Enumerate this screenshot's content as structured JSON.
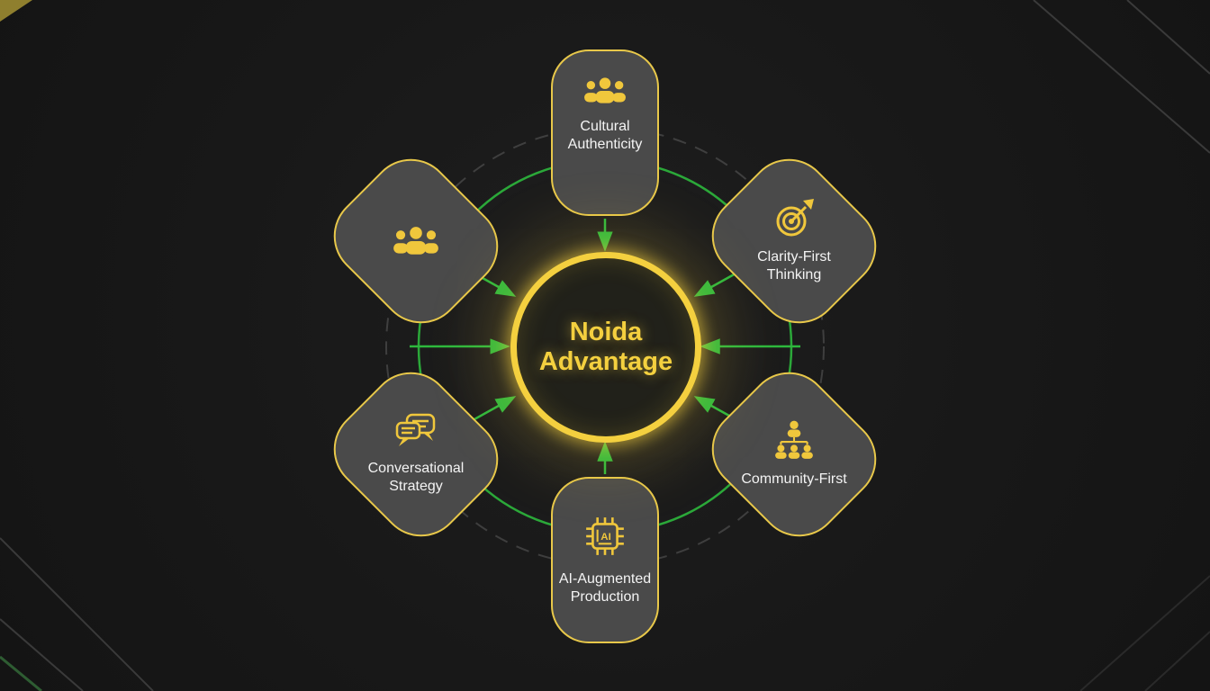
{
  "diagram": {
    "center_label": "Noida Advantage",
    "nodes": [
      {
        "label": "Cultural Authenticity",
        "icon": "people-icon"
      },
      {
        "label": "",
        "icon": "people-icon"
      },
      {
        "label": "Clarity-First Thinking",
        "icon": "target-icon"
      },
      {
        "label": "Conversational Strategy",
        "icon": "chat-icon"
      },
      {
        "label": "Community-First",
        "icon": "org-chart-icon"
      },
      {
        "label": "AI-Augmented Production",
        "icon": "ai-chip-icon",
        "icon_text": "AI"
      }
    ],
    "colors": {
      "background": "#171717",
      "node_fill": "#4a4a4a",
      "accent_yellow": "#f2cc3d",
      "arrow_green": "#2db83d",
      "label_text": "#f4f4f4"
    }
  }
}
